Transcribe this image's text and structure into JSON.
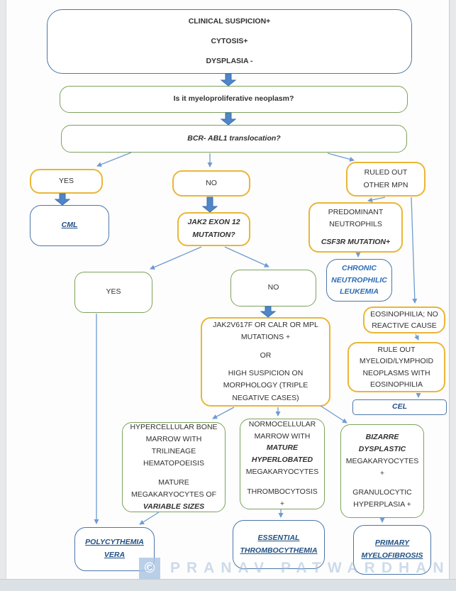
{
  "colors": {
    "box_blue_border": "#4d76a8",
    "box_green_border": "#7da35c",
    "box_yellow_border": "#eab637",
    "block_arrow_fill": "#4f86c6",
    "block_arrow_stroke": "#3a6fb5",
    "connector_blue": "#6f9bd1",
    "diagnosis_text_blue": "#215083",
    "body_text": "#313131"
  },
  "watermark": {
    "copyright": "©",
    "name": "PRANAV PATWARDHAN"
  },
  "nodes": {
    "start": {
      "line1": "CLINICAL SUSPICION+",
      "line2": "CYTOSIS+",
      "line3": "DYSPLASIA -"
    },
    "q_mpn": {
      "label": "Is it myeloproliferative neoplasm?"
    },
    "q_bcr": {
      "label": "BCR- ABL1 translocation?"
    },
    "yes1": {
      "label": "YES"
    },
    "cml": {
      "label": "CML"
    },
    "no1": {
      "label": "NO"
    },
    "jak2_exon12": {
      "label": "JAK2 EXON 12 MUTATION?"
    },
    "ruled_out": {
      "label": "RULED OUT OTHER MPN"
    },
    "predominant": {
      "line1": "PREDOMINANT NEUTROPHILS",
      "line2": "CSF3R MUTATION+"
    },
    "cnl": {
      "label": "CHRONIC NEUTROPHILIC LEUKEMIA"
    },
    "yes2": {
      "label": "YES"
    },
    "no2": {
      "label": "NO"
    },
    "triple": {
      "line1": "JAK2V617F OR CALR OR MPL MUTATIONS +",
      "line2": "OR",
      "line3": "HIGH SUSPICION ON MORPHOLOGY (TRIPLE NEGATIVE CASES)"
    },
    "eosinophilia": {
      "label": "EOSINOPHILIA; NO REACTIVE CAUSE"
    },
    "rule_out_eos": {
      "label": "RULE OUT MYELOID/LYMPHOID NEOPLASMS WITH EOSINOPHILIA"
    },
    "cel": {
      "label": "CEL"
    },
    "hypercellular": {
      "line1": "HYPERCELLULAR BONE MARROW WITH TRILINEAGE HEMATOPOEISIS",
      "line2": "MATURE MEGAKARYOCYTES OF",
      "line3": "VARIABLE SIZES"
    },
    "normocellular": {
      "line1": "NORMOCELLULAR MARROW WITH",
      "line2": "MATURE HYPERLOBATED",
      "line3": "MEGAKARYOCYTES",
      "line4": "THROMBOCYTOSIS",
      "line5": "+"
    },
    "bizarre": {
      "line1": "BIZARRE DYSPLASTIC",
      "line2": "MEGAKARYOCYTES",
      "line3": "+",
      "line4": "GRANULOCYTIC HYPERPLASIA +"
    },
    "pv": {
      "label": "POLYCYTHEMIA VERA"
    },
    "et": {
      "label": "ESSENTIAL THROMBOCYTHEMIA"
    },
    "pmf": {
      "label": "PRIMARY MYELOFIBROSIS"
    }
  }
}
